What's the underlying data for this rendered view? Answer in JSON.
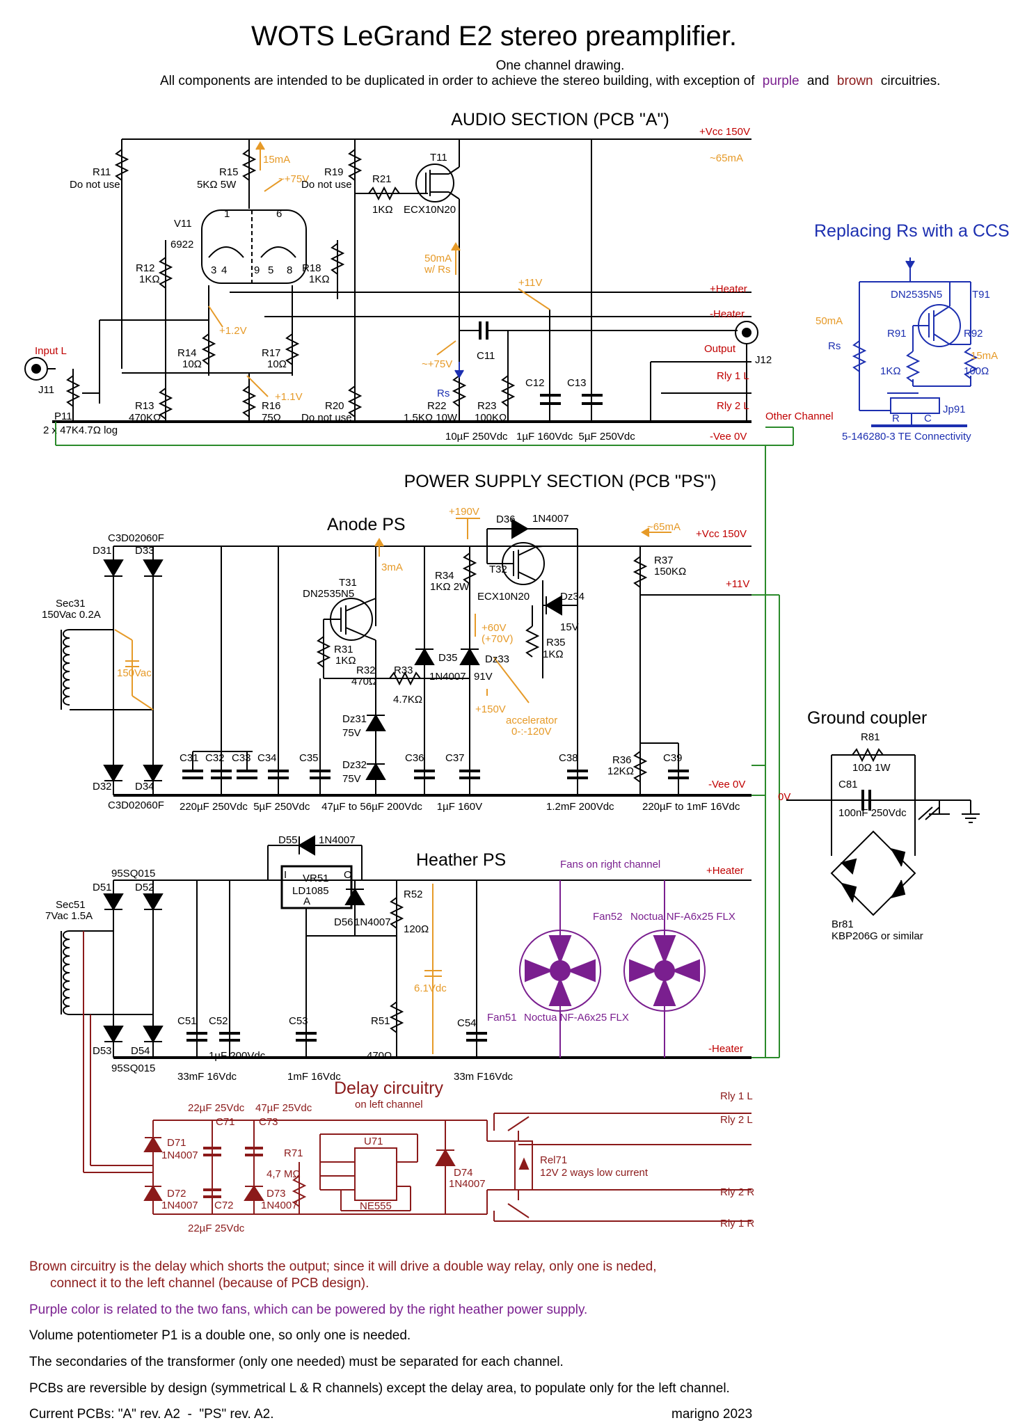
{
  "header": {
    "title": "WOTS LeGrand E2 stereo preamplifier.",
    "subtitle": "One channel drawing.",
    "note_prefix": "All components are intended to be duplicated in order to achieve the stereo building, with exception of",
    "note_purple": "purple",
    "note_and": "and",
    "note_brown": "brown",
    "note_suffix": "circuitries."
  },
  "colors": {
    "wire": "#000000",
    "voltage_red": "#c00000",
    "current_orange": "#e69a28",
    "ccs_blue": "#1c2fb0",
    "fans_purple": "#7a1f8f",
    "delay_brown": "#8b1a1a",
    "ground_green": "#2a8a2a"
  },
  "audio": {
    "section_title": "AUDIO SECTION (PCB \"A\")",
    "vcc": "+Vcc 150V",
    "vcc_current": "~65mA",
    "heater_pos": "+Heater",
    "heater_neg": "-Heater",
    "output": "Output",
    "j12": "J12",
    "rly1l": "Rly 1 L",
    "rly2l": "Rly 2 L",
    "other_channel": "Other Channel",
    "vee": "-Vee 0V",
    "input": "Input L",
    "j11": "J11",
    "p11": "P11",
    "p11_value": "2 x 47K4.7Ω log",
    "r11": "R11",
    "r11_value": "Do not use",
    "r15": "R15",
    "r15_value": "5KΩ 5W",
    "i_15ma": "15mA",
    "v_75": "~+75V",
    "r19": "R19",
    "r19_value": "Do not use",
    "r21": "R21",
    "r21_value": "1KΩ",
    "t11": "T11",
    "t11_value": "ECX10N20",
    "v11": "V11",
    "v11_value": "6922",
    "pin1": "1",
    "pin6": "6",
    "pin3": "3",
    "pin4": "4",
    "pin9": "9",
    "pin5": "5",
    "pin8": "8",
    "r12": "R12",
    "r12_value": "1KΩ",
    "r18": "R18",
    "r18_value": "1KΩ",
    "i_50ma": "50mA",
    "i_50ma_rs": "w/ Rs",
    "v_11": "+11V",
    "v_1_2": "+1.2V",
    "r14": "R14",
    "r14_value": "10Ω",
    "r17": "R17",
    "r17_value": "10Ω",
    "c11": "C11",
    "v_75b": "~+75V",
    "rs": "Rs",
    "v_1_1": "+1.1V",
    "r13": "R13",
    "r13_value": "470KΩ",
    "r16": "R16",
    "r16_value": "75Ω",
    "r20": "R20",
    "r20_value": "Do not use",
    "r22": "R22",
    "r22_value": "1.5KΩ 10W",
    "r23": "R23",
    "r23_value": "100KΩ",
    "c12": "C12",
    "c13": "C13",
    "cap_values": "10µF 250Vdc   1µF 160Vdc  5µF 250Vdc"
  },
  "ccs": {
    "title": "Replacing Rs with a CCS",
    "t91": "DN2535N5",
    "t91_ref": "T91",
    "i_50ma": "50mA",
    "rs": "Rs",
    "r91": "R91",
    "r91_value": "1KΩ",
    "r92": "R92",
    "r92_value": "100Ω",
    "i_15ma": "15mA",
    "jp91": "Jp91",
    "pin_r": "R",
    "pin_c": "C",
    "connector": "5-146280-3 TE Connectivity"
  },
  "ps": {
    "section_title": "POWER SUPPLY SECTION (PCB \"PS\")",
    "anode_title": "Anode PS",
    "v_190": "+190V",
    "d36": "D36",
    "d36_value": "1N4007",
    "i_65ma": "~65mA",
    "vcc": "+Vcc 150V",
    "d31": "D31",
    "d33": "D33",
    "d_rect": "C3D02060F",
    "d32": "D32",
    "d34": "D34",
    "d_rect2": "C3D02060F",
    "i_3ma": "3mA",
    "t31": "T31",
    "t31_value": "DN2535N5",
    "r34": "R34",
    "r34_value": "1KΩ 2W",
    "t32": "T32",
    "t32_value": "ECX10N20",
    "r37": "R37",
    "r37_value": "150KΩ",
    "v_11": "+11V",
    "sec31": "Sec31",
    "sec31_value": "150Vac 0.2A",
    "ac_150": "150Vac",
    "dz34": "Dz34",
    "dz34_value": "15V",
    "v_60": "+60V",
    "v_70": "(+70V)",
    "r35": "R35",
    "r35_value": "1KΩ",
    "r31": "R31",
    "r31_value": "1KΩ",
    "r32": "R32",
    "r32_value": "470Ω",
    "r33": "R33",
    "r33_value": "4.7KΩ",
    "d35": "D35",
    "d35_value": "1N4007",
    "dz33": "Dz33",
    "dz33_value": "91V",
    "v_150": "+150V",
    "accel": "accelerator",
    "accel_range": "0-:-120V",
    "dz31": "Dz31",
    "dz31_value": "75V",
    "dz32": "Dz32",
    "dz32_value": "75V",
    "c31": "C31",
    "c32": "C32",
    "c33": "C33",
    "c34": "C34",
    "c35": "C35",
    "c36": "C36",
    "c37": "C37",
    "c38": "C38",
    "c39": "C39",
    "r36": "R36",
    "r36_value": "12KΩ",
    "vee": "-Vee 0V",
    "cap_row": "220µF 250Vdc  5µF 250Vdc    47µF to 56µF 200Vdc     1µF 160V",
    "cap_row2": "1.2mF 200Vdc",
    "cap_row3": "220µF to 1mF 16Vdc",
    "ov": "0V"
  },
  "ground": {
    "title": "Ground coupler",
    "r81": "R81",
    "r81_value": "10Ω 1W",
    "c81": "C81",
    "c81_value": "100nF 250Vdc",
    "br81": "Br81",
    "br81_value": "KBP206G or similar"
  },
  "heater": {
    "title": "Heather PS",
    "d55": "D55",
    "d55_value": "1N4007",
    "vr51": "VR51",
    "vr51_value": "LD1085",
    "vr_i": "I",
    "vr_o": "O",
    "vr_a": "A",
    "d56": "D56",
    "d56_value": "1N4007",
    "r52": "R52",
    "r52_value": "120Ω",
    "d51": "D51",
    "d52": "D52",
    "d_rect": "95SQ015",
    "d53": "D53",
    "d54": "D54",
    "d_rect2": "95SQ015",
    "sec51": "Sec51",
    "sec51_value": "7Vac 1.5A",
    "fans_note": "Fans on right channel",
    "heater_pos": "+Heater",
    "heater_neg": "-Heater",
    "fan52": "Fan52",
    "fan52_value": "Noctua NF-A6x25 FLX",
    "fan51": "Fan51",
    "fan51_value": "Noctua NF-A6x25 FLX",
    "v_61": "6.1Vdc",
    "c51": "C51",
    "c52": "C52",
    "c52_value": "1µF 200Vdc",
    "c53": "C53",
    "r51": "R51",
    "r51_value": "470Ω",
    "c54": "C54",
    "c51_value": "33mF 16Vdc",
    "c53_value": "1mF 16Vdc",
    "c54_value": "33m F16Vdc"
  },
  "delay": {
    "title": "Delay circuitry",
    "subtitle": "on left channel",
    "c71_value": "22µF 25Vdc",
    "c71": "C71",
    "c73_value": "47µF 25Vdc",
    "c73": "C73",
    "d71": "D71",
    "d71_value": "1N4007",
    "d72": "D72",
    "d72_value": "1N4007",
    "c72": "C72",
    "c72_value": "22µF 25Vdc",
    "d73": "D73",
    "d73_value": "1N4007",
    "r71": "R71",
    "r71_value": "4,7 MΩ",
    "u71": "U71",
    "u71_value": "NE555",
    "d74": "D74",
    "d74_value": "1N4007",
    "rel71": "Rel71",
    "rel71_value": "12V 2 ways low current",
    "rly1l": "Rly 1 L",
    "rly2l": "Rly 2 L",
    "rly2r": "Rly 2 R",
    "rly1r": "Rly 1 R"
  },
  "notes": {
    "brown_1": "Brown circuitry is the delay which shorts the output; since it will drive a double way relay, only one is neded,",
    "brown_2": "connect it to the left channel (because of PCB design).",
    "purple": "Purple color is related to the two fans, which can be powered by the right heather power supply.",
    "volume": "Volume potentiometer P1 is a double one, so only one is needed.",
    "transformer": "The secondaries of the transformer (only one needed) must be separated for each channel.",
    "pcbs": "PCBs are reversible by design (symmetrical L & R channels) except the delay area, to populate only for the left channel.",
    "current": "Current PCBs: \"A\" rev. A2  -  \"PS\" rev. A2.",
    "author": "marigno 2023"
  }
}
